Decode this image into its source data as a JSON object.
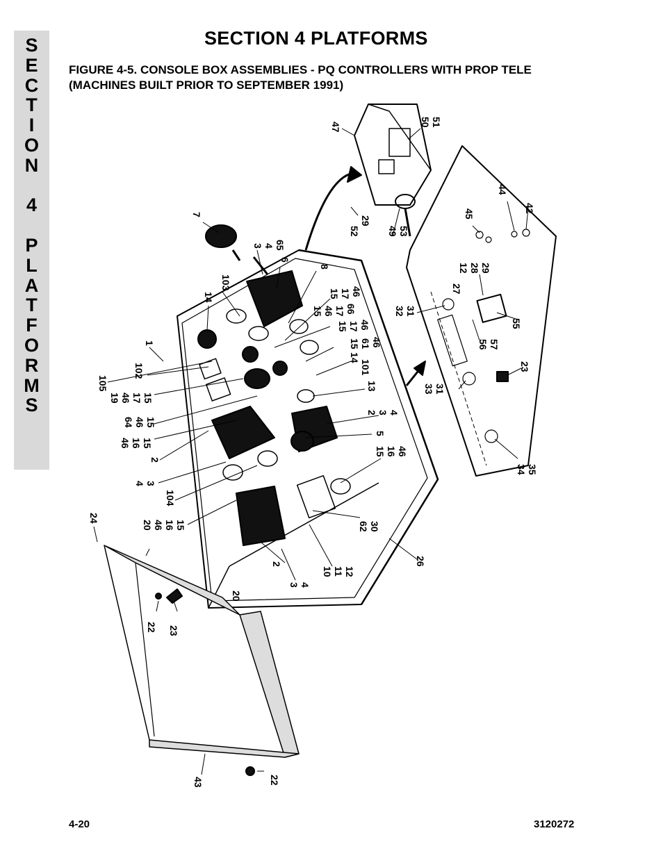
{
  "side_tab_letters": [
    "S",
    "E",
    "C",
    "T",
    "I",
    "O",
    "N",
    "",
    "4",
    "",
    "P",
    "L",
    "A",
    "T",
    "F",
    "O",
    "R",
    "M",
    "S"
  ],
  "section_title": "SECTION 4  PLATFORMS",
  "figure_title": "FIGURE 4-5.    CONSOLE BOX ASSEMBLIES - PQ CONTROLLERS WITH PROP TELE (MACHINES BUILT PRIOR TO SEPTEMBER 1991)",
  "callouts": {
    "c7": "7",
    "c3a": "3",
    "c4a": "4",
    "c65": "65",
    "c6": "6",
    "c8": "8",
    "c103": "103",
    "c14a": "14",
    "c1": "1",
    "c105": "105",
    "c102": "102",
    "c19": "19",
    "c46a": "46",
    "c17a": "17",
    "c15a": "15",
    "c64": "64",
    "c46b": "46",
    "c15b": "15",
    "c46c": "46",
    "c16a": "16",
    "c15c": "15",
    "c2a": "2",
    "c4b": "4",
    "c3b": "3",
    "c104": "104",
    "c15d": "15",
    "c17b": "17",
    "c46d": "46",
    "c15e": "15",
    "c46e": "46",
    "c17c": "17",
    "c66": "66",
    "c15f": "15",
    "c17d": "17",
    "c46f": "46",
    "c15g": "15",
    "c61": "61",
    "c46g": "46",
    "c14b": "14",
    "c101": "101",
    "c13": "13",
    "c2b": "2",
    "c3c": "3",
    "c4c": "4",
    "c5": "5",
    "c15h": "15",
    "c16b": "16",
    "c46h": "46",
    "c62": "62",
    "c30": "30",
    "c10": "10",
    "c11": "11",
    "c12a": "12",
    "c26": "26",
    "c3d": "3",
    "c4d": "4",
    "c2c": "2",
    "c20a": "20",
    "c46i": "46",
    "c16c": "16",
    "c15i": "15",
    "c24": "24",
    "c20b": "20",
    "c22a": "22",
    "c23a": "23",
    "c43": "43",
    "c22b": "22",
    "c47": "47",
    "c50": "50",
    "c51": "51",
    "c52": "52",
    "c29a": "29",
    "c49": "49",
    "c53": "53",
    "c45": "45",
    "c44": "44",
    "c42": "42",
    "c12b": "12",
    "c28": "28",
    "c29b": "29",
    "c27": "27",
    "c32": "32",
    "c31a": "31",
    "c55": "55",
    "c56": "56",
    "c57": "57",
    "c33": "33",
    "c31b": "31",
    "c23b": "23",
    "c34": "34",
    "c35": "35"
  },
  "footer_left": "4-20",
  "footer_right": "3120272"
}
